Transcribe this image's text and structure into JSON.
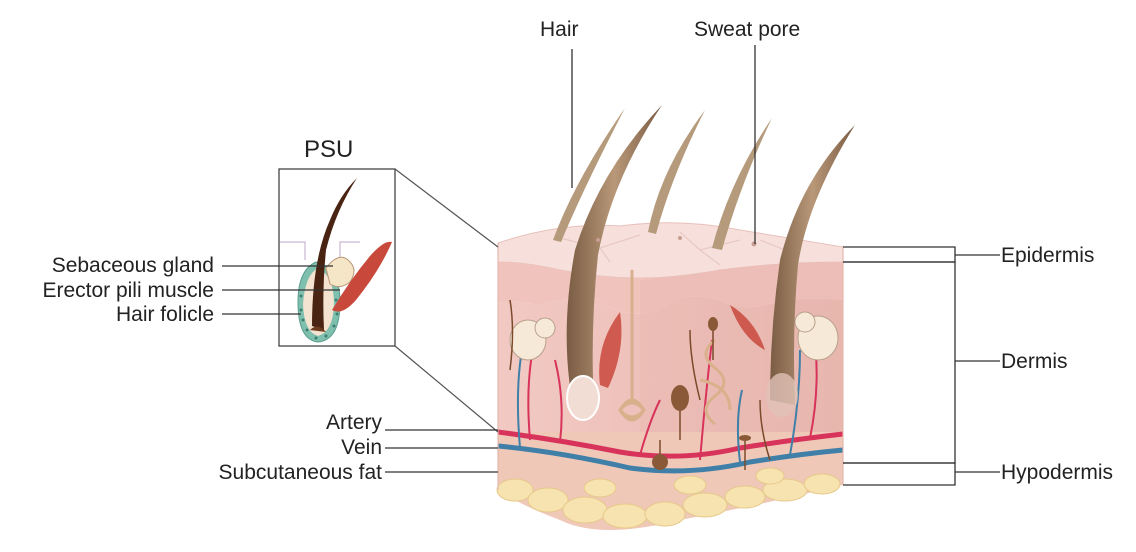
{
  "labels": {
    "hair": "Hair",
    "sweat_pore": "Sweat pore",
    "psu": "PSU",
    "sebaceous_gland": "Sebaceous gland",
    "erector_pili_muscle": "Erector pili muscle",
    "hair_folicle": "Hair folicle",
    "artery": "Artery",
    "vein": "Vein",
    "subcutaneous_fat": "Subcutaneous fat",
    "epidermis": "Epidermis",
    "dermis": "Dermis",
    "hypodermis": "Hypodermis"
  },
  "colors": {
    "epidermis": "#f1c7c2",
    "dermis": "#efc4bd",
    "fat": "#f6dea6",
    "artery": "#d8335a",
    "vein": "#3f7fa8",
    "hair": "#a48464",
    "muscle": "#c9483c",
    "gland": "#f6e9d8"
  }
}
